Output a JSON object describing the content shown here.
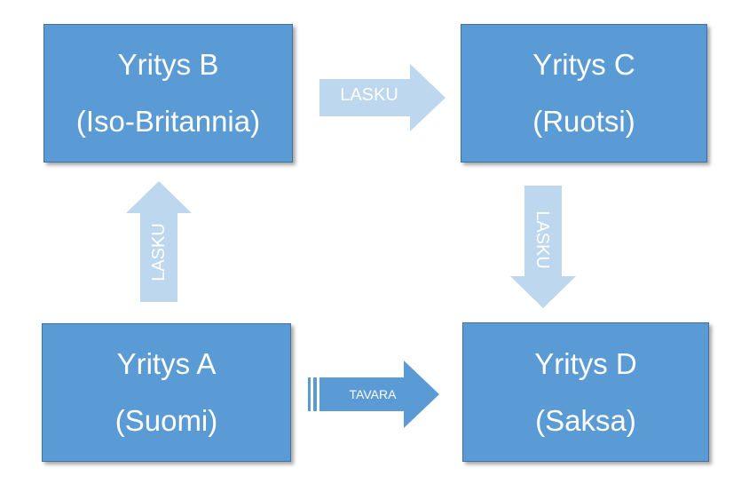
{
  "boxes": {
    "a": {
      "name": "Yritys A",
      "country": "(Suomi)"
    },
    "b": {
      "name": "Yritys B",
      "country": "(Iso-Britannia)"
    },
    "c": {
      "name": "Yritys C",
      "country": "(Ruotsi)"
    },
    "d": {
      "name": "Yritys D",
      "country": "(Saksa)"
    }
  },
  "arrows": {
    "a_to_b": "LASKU",
    "b_to_c": "LASKU",
    "c_to_d": "LASKU",
    "a_to_d": "TAVARA"
  },
  "colors": {
    "box_fill": "#5b9bd5",
    "box_border": "#41719c",
    "arrow_fill": "#bdd7ee",
    "goods_arrow_fill": "#5b9bd5",
    "text": "#ffffff"
  }
}
